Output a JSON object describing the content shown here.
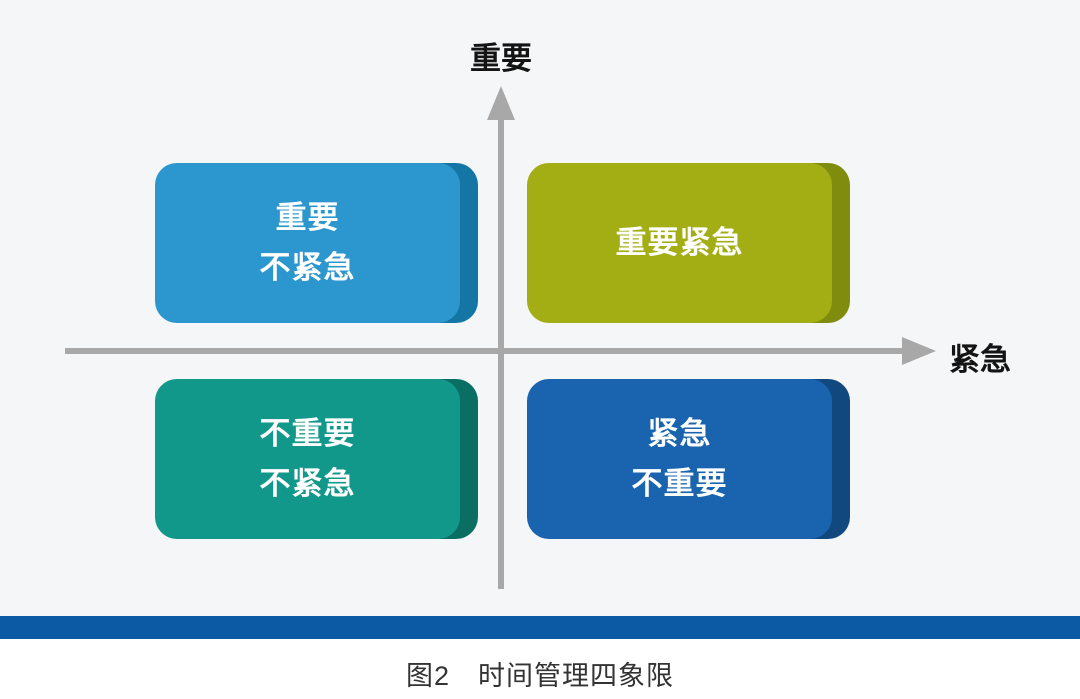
{
  "background": {
    "upper": "#f5f6f7",
    "lower": "#ffffff"
  },
  "axes": {
    "color": "#a8a8a8",
    "y_label": "重要",
    "x_label": "紧急"
  },
  "quadrants": [
    {
      "id": "important-not-urgent",
      "position": "top-left",
      "lines": [
        "重要",
        "不紧急"
      ],
      "color": "#2b97ce",
      "edge_color": "#1576a6"
    },
    {
      "id": "important-urgent",
      "position": "top-right",
      "lines": [
        "重要紧急"
      ],
      "color": "#a2ae14",
      "edge_color": "#7f8c0e"
    },
    {
      "id": "not-important-not-urgent",
      "position": "bottom-left",
      "lines": [
        "不重要",
        "不紧急"
      ],
      "color": "#12988a",
      "edge_color": "#0b6e63"
    },
    {
      "id": "urgent-not-important",
      "position": "bottom-right",
      "lines": [
        "紧急",
        "不重要"
      ],
      "color": "#1a63ae",
      "edge_color": "#11487e"
    }
  ],
  "divider_bar": {
    "color": "#0d5aa4"
  },
  "caption": {
    "text": "图2　时间管理四象限"
  }
}
